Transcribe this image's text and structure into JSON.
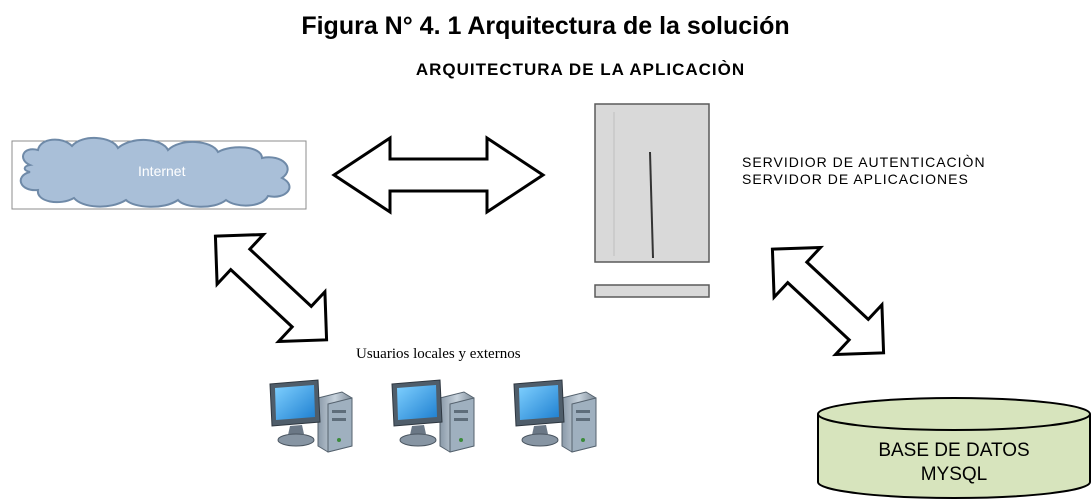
{
  "figure_title": "Figura N° 4. 1 Arquitectura de la solución",
  "diagram_title": "ARQUITECTURA DE LA APLICACIÒN",
  "internet_label": "Internet",
  "server": {
    "line1": "SERVIDIOR DE AUTENTICACIÒN",
    "line2": "SERVIDOR DE APLICACIONES"
  },
  "users_label": "Usuarios locales  y externos",
  "database": {
    "line1": "BASE DE DATOS",
    "line2": "MYSQL"
  },
  "colors": {
    "cloud_fill": "#a9bfd8",
    "cloud_stroke": "#6f8aa8",
    "db_fill": "#d7e4bd",
    "server_fill": "#d9d9d9",
    "monitor_screen": "#2ea3e8"
  }
}
